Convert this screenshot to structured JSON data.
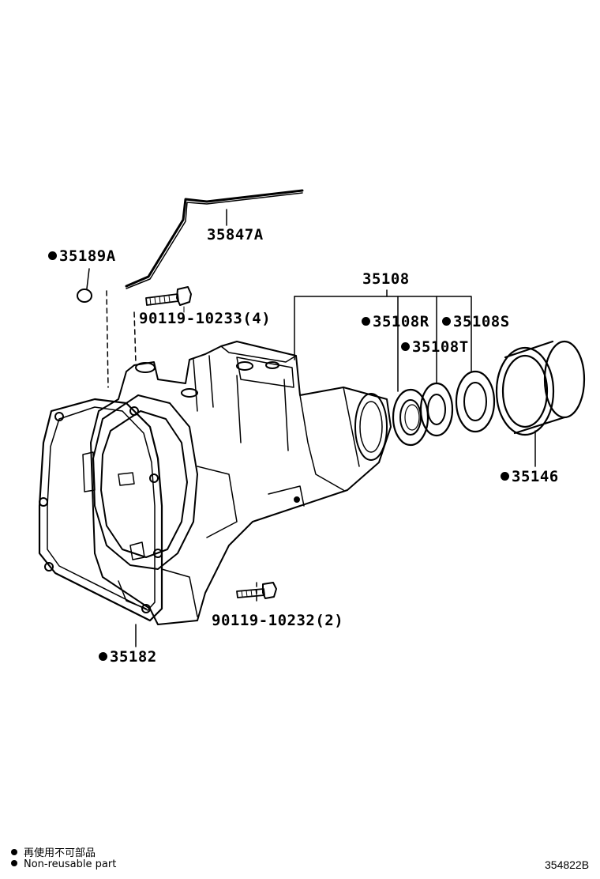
{
  "parts": {
    "p35847A": "35847A",
    "p35189A": "35189A",
    "p35108": "35108",
    "p90119_10233": "90119-10233(4)",
    "p35108R": "35108R",
    "p35108S": "35108S",
    "p35108T": "35108T",
    "p35146": "35146",
    "p90119_10232": "90119-10232(2)",
    "p35182": "35182"
  },
  "legend": {
    "line1": "再使用不可部品",
    "line2": "Non-reusable part"
  },
  "figure_number": "354822B",
  "colors": {
    "ink": "#000000",
    "paper": "#ffffff"
  }
}
